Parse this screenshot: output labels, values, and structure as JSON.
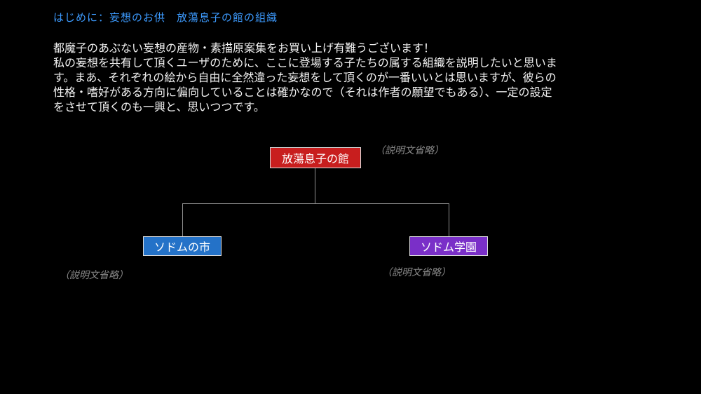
{
  "palette": {
    "background": "#000000",
    "title_color": "#3d9bff",
    "text_color": "#f2f2f2",
    "root_box_color": "#c81e1e",
    "left_box_color": "#2472c8",
    "right_box_color": "#7a2fc8",
    "connector_color": "#909090"
  },
  "header": {
    "title": "はじめに：妄想のお供　放蕩息子の館の組織"
  },
  "intro": {
    "lines": [
      "都魔子のあぶない妄想の産物・素描原案集をお買い上げ有難うございます！",
      "私の妄想を共有して頂くユーザのために、ここに登場する子たちの属する組織を説明したいと思いま",
      "す。まあ、それぞれの絵から自由に全然違った妄想をして頂くのが一番いいとは思いますが、彼らの",
      "性格・嗜好がある方向に偏向していることは確かなので（それは作者の願望でもある）、一定の設定",
      "をさせて頂くのも一興と、思いつつです。"
    ]
  },
  "chart": {
    "root": {
      "label": "放蕩息子の館",
      "description": "（説明文省略）"
    },
    "left": {
      "label": "ソドムの市",
      "description": "（説明文省略）"
    },
    "right": {
      "label": "ソドム学園",
      "description": "（説明文省略）"
    }
  }
}
